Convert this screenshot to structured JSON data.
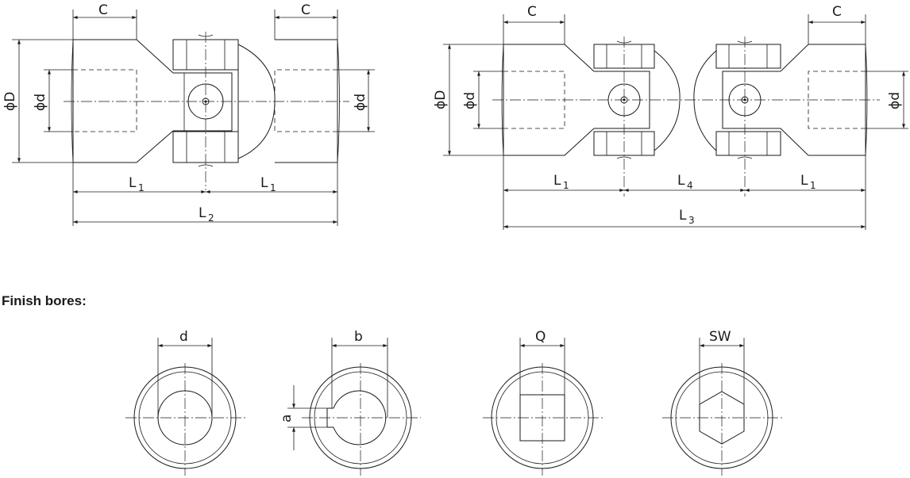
{
  "labels": {
    "c": "C",
    "phi_d_big": "ϕD",
    "phi_d_small": "ϕd",
    "l": "L",
    "sub_1": "1",
    "sub_2": "2",
    "sub_3": "3",
    "sub_4": "4"
  },
  "finish_bores": {
    "title": "Finish bores:",
    "d": "d",
    "b": "b",
    "a": "a",
    "q": "Q",
    "sw": "SW"
  }
}
